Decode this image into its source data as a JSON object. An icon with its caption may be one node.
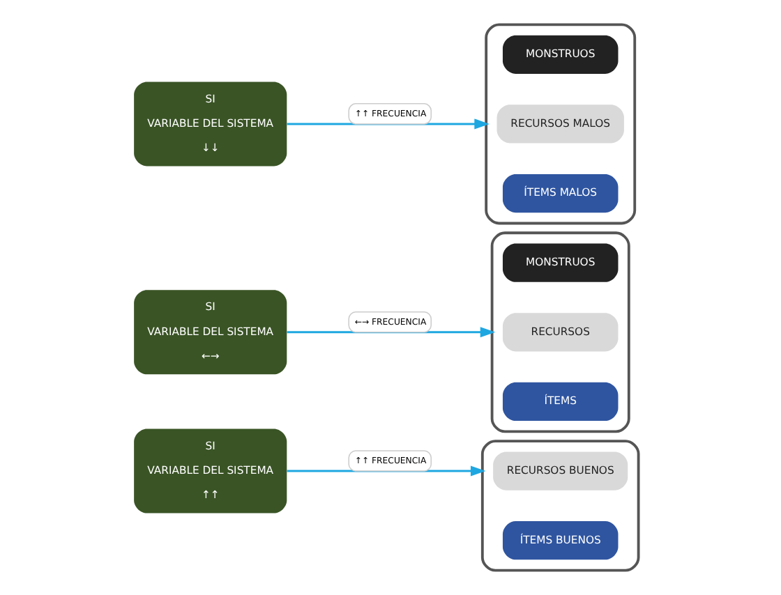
{
  "diagram": {
    "nodes": [
      {
        "text": [
          "SI",
          "VARIABLE DEL SISTEMA",
          "↓↓"
        ]
      },
      {
        "text": [],
        "shape": "box"
      },
      {
        "text": [
          "MONSTRUOS"
        ],
        "in": 1
      },
      {
        "text": [
          "RECURSOS MALOS"
        ],
        "in": 1
      },
      {
        "text": [
          "ÍTEMS MALOS"
        ],
        "in": 1
      },
      {
        "text": [
          "SI",
          "VARIABLE DEL SISTEMA",
          "←→"
        ]
      },
      {
        "text": [],
        "shape": "box"
      },
      {
        "text": [
          "MONSTRUOS"
        ],
        "in": 6
      },
      {
        "text": [
          "RECURSOS"
        ],
        "in": 6
      },
      {
        "text": [
          "ÍTEMS"
        ],
        "in": 6
      },
      {
        "text": [
          "SI",
          "VARIABLE DEL SISTEMA",
          "↑↑"
        ]
      },
      {
        "text": [],
        "shape": "box"
      },
      {
        "text": [
          "RECURSOS BUENOS"
        ],
        "in": 11
      },
      {
        "text": [
          "ÍTEMS BUENOS"
        ],
        "in": 11
      }
    ],
    "edges": [
      {
        "from": 0,
        "to": 1,
        "arrow": "to",
        "label": "↑↑ FRECUENCIA"
      },
      {
        "from": 5,
        "to": 6,
        "arrow": "to",
        "label": "←→ FRECUENCIA"
      },
      {
        "from": 10,
        "to": 11,
        "arrow": "to",
        "label": "↑↑ FRECUENCIA"
      }
    ]
  }
}
